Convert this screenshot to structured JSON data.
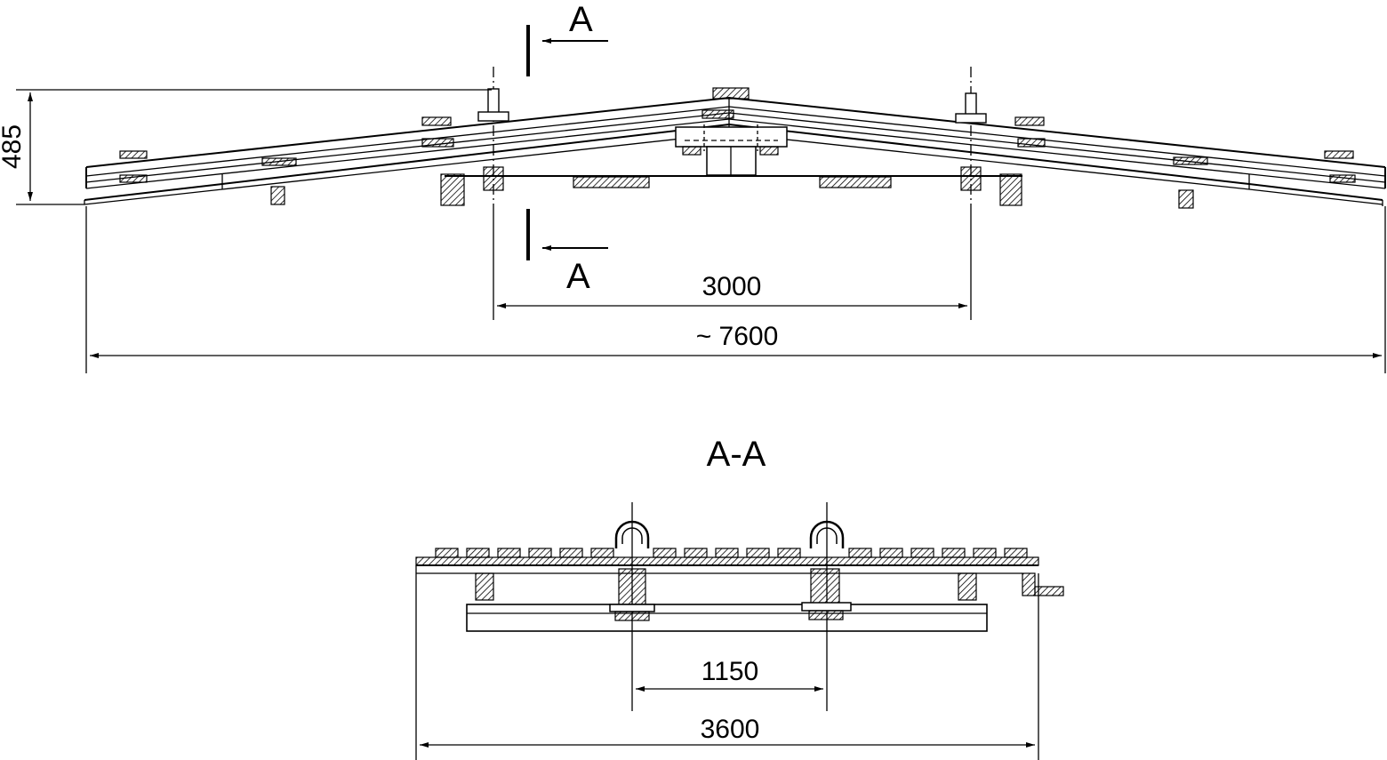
{
  "labels": {
    "section_mark_top": "A",
    "section_mark_bottom": "A",
    "section_title": "A-A"
  },
  "dimensions": {
    "height": "485",
    "bolt_spacing": "3000",
    "overall_length": "~ 7600",
    "section_bolt_spacing": "1150",
    "section_width": "3600"
  },
  "colors": {
    "line": "#000000",
    "background": "#ffffff"
  }
}
